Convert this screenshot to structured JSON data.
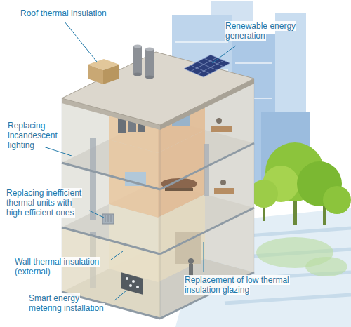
{
  "diagram": {
    "labels": [
      "Roof thermal insulation",
      "Renewable energy generation",
      "Replacing incandescent lighting",
      "Replacing inefficient thermal units with high efficient ones",
      "Wall thermal insulation (external)",
      "Smart energy metering installation",
      "Replacement of low thermal insulation glazing"
    ]
  }
}
